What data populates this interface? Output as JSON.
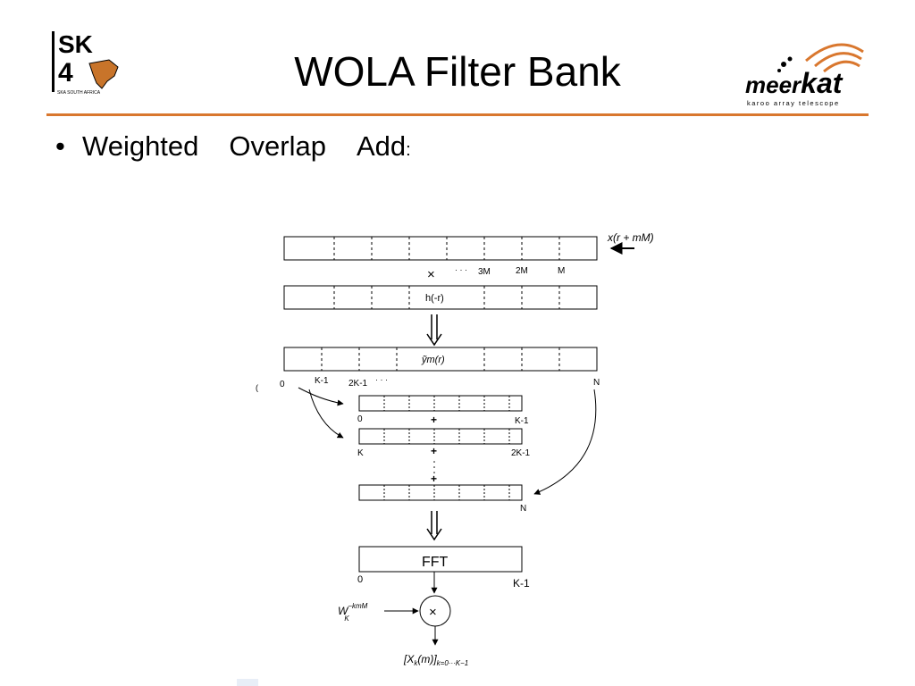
{
  "slide": {
    "title": "WOLA Filter Bank",
    "bullet": {
      "word1": "Weighted",
      "word2": "Overlap",
      "word3": "Add",
      "colon": ":"
    }
  },
  "logos": {
    "ska": {
      "letters1": "SK",
      "letters2": "4",
      "sublabel": "SKA SOUTH AFRICA"
    },
    "meerkat": {
      "name_a": "meer",
      "name_b": "kat",
      "tagline": "karoo array telescope",
      "accent": "#d9772e"
    }
  },
  "diagram": {
    "input_label": "x(r + mM)",
    "shift_labels": {
      "times": "×",
      "dots": "· · ·",
      "m3": "3M",
      "m2": "2M",
      "m1": "M"
    },
    "window_label": "h(-r)",
    "product_label": "ỹm(r)",
    "index_labels": {
      "zero": "0",
      "k_minus_1": "K-1",
      "two_k_minus_1": "2K-1",
      "dots": "· · ·",
      "n": "N",
      "left_mark": "("
    },
    "stack": {
      "row1": {
        "left": "0",
        "right": "K-1"
      },
      "row2": {
        "left": "K",
        "right": "2K-1"
      },
      "row3": {
        "right": "N"
      },
      "plus": "+"
    },
    "fft": {
      "label": "FFT",
      "left": "0",
      "right": "K-1"
    },
    "twiddle": {
      "base": "W",
      "sup": "−kmM",
      "sub": "K"
    },
    "multiply": "×",
    "output": {
      "main": "[X",
      "sub1": "k",
      "mid": "(m)]",
      "sub2": "k=0···K−1"
    }
  },
  "colors": {
    "accent": "#d9772e",
    "line": "#000000"
  }
}
